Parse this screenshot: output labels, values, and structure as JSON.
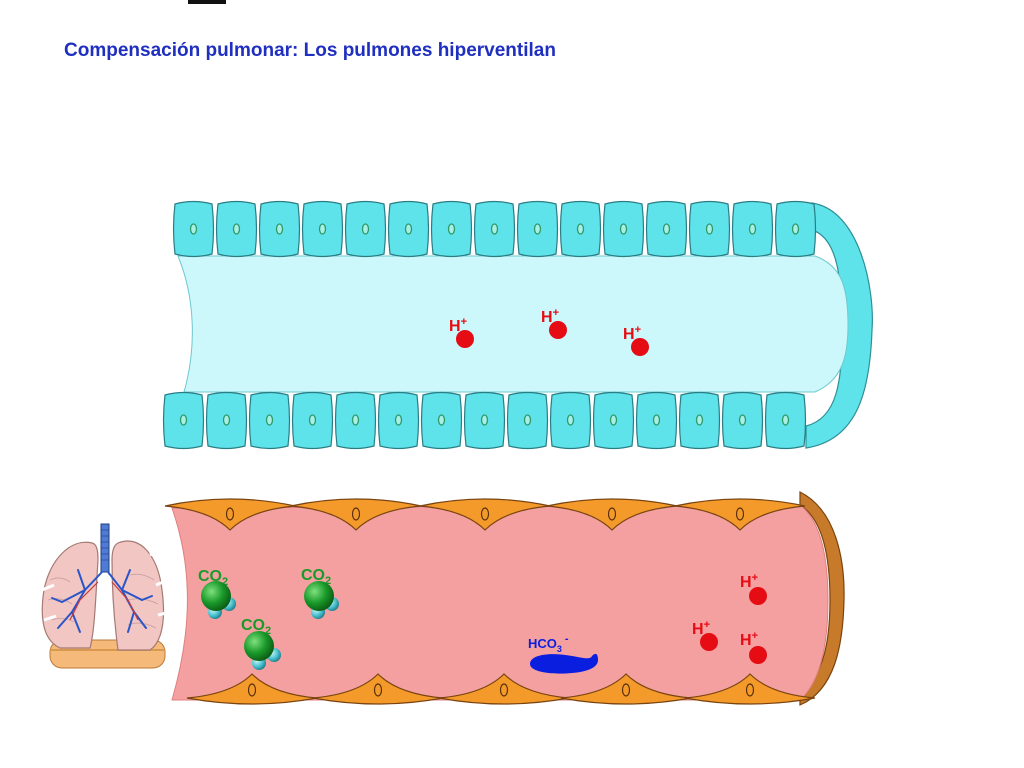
{
  "title": "Compensación pulmonar: Los pulmones hiperventilan",
  "alveolus": {
    "ions": [
      "H",
      "H",
      "H"
    ],
    "ion_charge": "+"
  },
  "capillary": {
    "co2_molecules": [
      {
        "base": "CO",
        "sub": "2"
      },
      {
        "base": "CO",
        "sub": "2"
      },
      {
        "base": "CO",
        "sub": "2"
      }
    ],
    "bicarbonate": {
      "base": "HCO",
      "sub": "3",
      "sup": "-"
    },
    "ions": [
      "H",
      "H",
      "H"
    ],
    "ion_charge": "+"
  },
  "colors": {
    "title": "#1f2fbf",
    "alveolus_lumen": "#cdf8fb",
    "alveolar_cell": "#5fe3ea",
    "cell_nucleus": "#2f9a6a",
    "blood_lumen": "#f4a0a0",
    "endothelial_cell": "#f49a2a",
    "vessel_wall": "#c77a2a",
    "proton": "#e50c14",
    "co2_carbon": "#1a9a2a",
    "co2_oxygen": "#48c0cf",
    "bicarbonate": "#0a1ee0"
  },
  "icons": [
    "lungs-icon"
  ]
}
